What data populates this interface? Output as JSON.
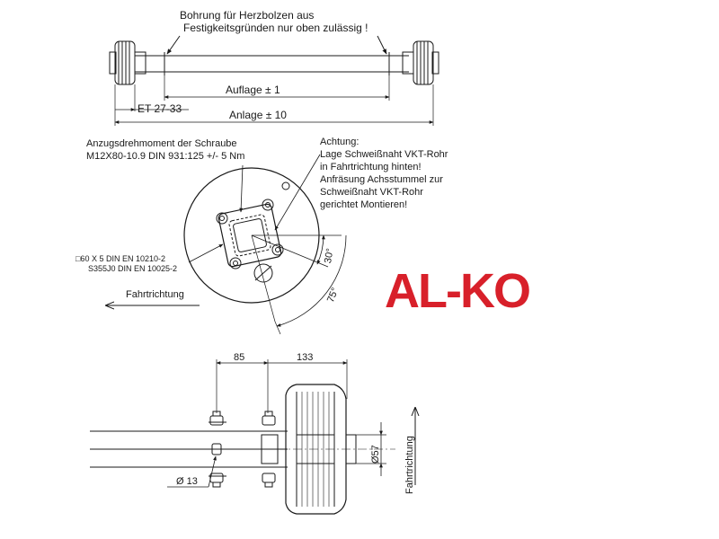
{
  "brand": {
    "logo_text": "AL-KO",
    "color": "#d8202a"
  },
  "top_view": {
    "note_line1": "Bohrung für Herzbolzen aus",
    "note_line2": "Festigkeitsgründen nur oben zulässig !",
    "dim_auflage": "Auflage   ±  1",
    "dim_et": "ET 27-33",
    "dim_anlage": "Anlage   ±  10"
  },
  "side_view": {
    "torque_line1": "Anzugsdrehmoment der Schraube",
    "torque_line2": "M12X80-10.9 DIN 931:125 +/- 5 Nm",
    "warn_line1": "Achtung:",
    "warn_line2": "Lage Schweißnaht VKT-Rohr",
    "warn_line3": "in Fahrtrichtung hinten!",
    "warn_line4": "Anfräsung Achsstummel zur",
    "warn_line5": "Schweißnaht VKT-Rohr",
    "warn_line6": "gerichtet Montieren!",
    "profile_line1": "□60 X 5 DIN EN 10210-2",
    "profile_line2": "S355J0 DIN EN 10025-2",
    "angle_30": "30°",
    "angle_75": "75°",
    "direction": "Fahrtrichtung"
  },
  "bottom_view": {
    "dim_85": "85",
    "dim_133": "133",
    "dim_57": "Ø57",
    "dim_13": "Ø 13",
    "direction": "Fahrtrichtung"
  }
}
